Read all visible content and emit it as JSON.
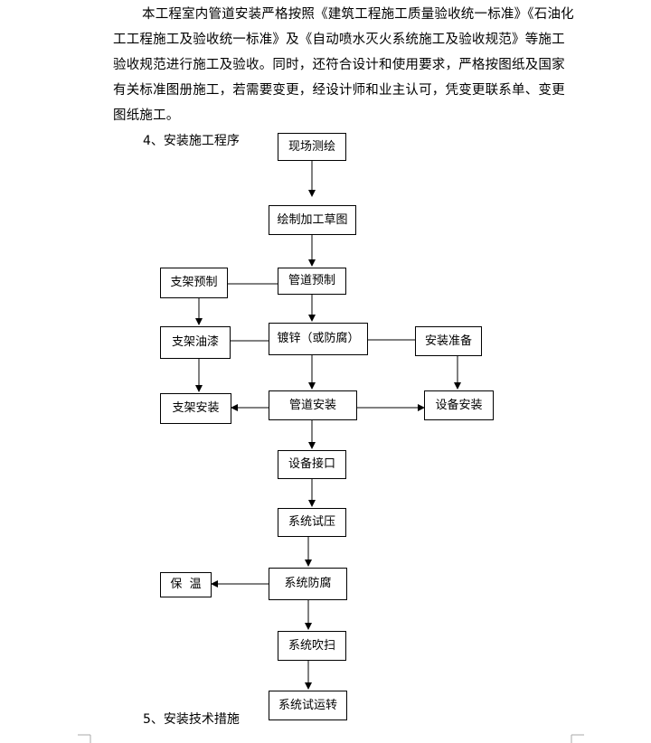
{
  "paragraph": {
    "text": "本工程室内管道安装严格按照《建筑工程施工质量验收统一标准》《石油化工工程施工及验收统一标准》及《自动喷水灭火系统施工及验收规范》等施工验收规范进行施工及验收。同时，还符合设计和使用要求，严格按图纸及国家有关标准图册施工，若需要变更，经设计师和业主认可，凭变更联系单、变更图纸施工。"
  },
  "headings": {
    "section4": "4、安装施工程序",
    "section5": "5、安装技术措施"
  },
  "flow": {
    "survey": "现场测绘",
    "sketch": "绘制加工草图",
    "pipe_prefab": "管道预制",
    "support_prefab": "支架预制",
    "galvanize": "镀锌（或防腐）",
    "support_paint": "支架油漆",
    "install_prep": "安装准备",
    "pipe_install": "管道安装",
    "support_install": "支架安装",
    "equipment_install": "设备安装",
    "equipment_connect": "设备接口",
    "pressure_test": "系统试压",
    "system_anticorrosion": "系统防腐",
    "insulation": "保  温",
    "purge": "系统吹扫",
    "trial_run": "系统试运转"
  }
}
